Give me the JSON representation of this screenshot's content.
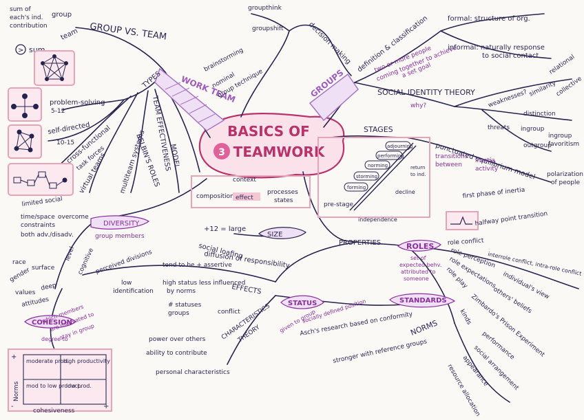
{
  "center": {
    "number": "3",
    "title_line1": "BASICS OF",
    "title_line2": "TEAMWORK"
  },
  "work_team": {
    "label": "WORK TEAM",
    "group_vs_team": "GROUP VS. TEAM",
    "group": "group",
    "team": "team",
    "sum_of_individual": "sum of",
    "sum_of_individual_2": "each's ind.",
    "sum_of_individual_3": "contribution",
    "sum_marker": ">",
    "sum": "sum",
    "types": "TYPES",
    "problem_solving": "problem-solving",
    "problem_solving_size": "5-12",
    "self_directed": "self-directed",
    "self_directed_size": "10-15",
    "cross_functional": "cross-functional",
    "task_forces": "task forces",
    "virtual_teams": "virtual teams",
    "multiteam_systems": "multiteam systems",
    "limited_social": "limited social",
    "barriers": "time/space",
    "overcome": "overcome",
    "constraints": "constraints",
    "both_adv": "both adv./disadv.",
    "team_effectiveness": "TEAM EFFECTIVENESS",
    "model": "MODEL",
    "belbins_roles": "BELBIN'S ROLES"
  },
  "model_box": {
    "context": "context",
    "composition": "composition",
    "effect": "effect",
    "processes": "processes",
    "states": "states"
  },
  "decision": {
    "brainstorming": "brainstorming",
    "nominal": "nominal",
    "group_technique": "group technique",
    "groupthink": "groupthink",
    "groupshift": "groupshift",
    "decision_making": "decision making"
  },
  "groups": {
    "label": "GROUPS",
    "definition": "definition & classification",
    "def_text1": "two or more people",
    "def_text2": "coming together to achieve",
    "def_text3": "a set goal",
    "formal": "formal: structure of org.",
    "informal": "informal: naturally response",
    "informal2": "to social contact",
    "social_identity": "SOCIAL IDENTITY THEORY",
    "why": "why?",
    "weaknesses": "weaknesses?",
    "similarity": "similarity",
    "relational": "relational",
    "collective": "collective",
    "distinction": "distinction",
    "threats": "threats",
    "ingroup": "ingroup",
    "ingroup_fav": "ingroup",
    "favoritism": "favoritism",
    "outgroup": "outgroup",
    "polarization": "polarization",
    "of_people": "of people"
  },
  "stages": {
    "label": "STAGES",
    "adjourning": "adjourning",
    "performing": "performing",
    "norming": "norming",
    "storming": "storming",
    "forming": "forming",
    "pre_stage": "pre-stage",
    "decline": "decline",
    "return": "return",
    "to_ind": "to ind.",
    "independence": "independence",
    "punctuated": "punctuated equilibrium model",
    "transitions": "transitions",
    "between": "between",
    "inertia": "inertia",
    "activity": "activity",
    "first_phase": "first phase of inertia",
    "halfway": "halfway point transition"
  },
  "properties": {
    "label": "PROPERTIES",
    "diversity": "DIVERSITY",
    "group_members": "group members",
    "race": "race",
    "gender": "gender",
    "surface": "surface",
    "values": "values",
    "deep": "deep",
    "attitudes": "attitudes",
    "level": "level",
    "cognitive": "cognitive",
    "perceived": "perceived divisions",
    "size": "SIZE",
    "size_range": "+12 = large",
    "social_loafing": "social loafing",
    "diffusion": "diffusion of responsibility",
    "roles": "ROLES",
    "roles_def1": "set of",
    "roles_def2": "expected behv.",
    "roles_def3": "attributed to",
    "roles_def4": "someone",
    "role_conflict": "role conflict",
    "inter_intra": "interrole conflict, intra-role conflict",
    "role_perception": "role perception",
    "individuals_view": "individual's view",
    "role_expectations": "role expectations",
    "others_beliefs": "others' beliefs",
    "role_play": "role play",
    "zimbardo": "Zimbardo's Prison Experiment",
    "standards": "STANDARDS",
    "norms": "NORMS",
    "kinds": "kinds",
    "performance": "performance",
    "social_arrangement": "social arrangement",
    "appearance": "appearance",
    "resource_allocation": "resource allocation",
    "asch": "Asch's research based on conformity",
    "strongest": "stronger with reference groups",
    "status": "STATUS",
    "status_def1": "socially defined position",
    "status_def2": "given to group",
    "theory": "THEORY",
    "characteristics": "CHARACTERISTICS",
    "power": "power over others",
    "ability": "ability to contribute",
    "personal": "personal characteristics",
    "effects": "EFFECTS",
    "tend_to_be": "tend to be + assertive",
    "high_status": "high status less influenced",
    "by_norms": "by norms",
    "low_ident": "low",
    "low_ident2": "identification",
    "statuses": "# statuses",
    "groups": "groups",
    "conflict": "conflict",
    "cohesion": "COHESION",
    "cohesion_def1": "degree to",
    "cohesion_def2": "which members",
    "cohesion_def3": "are motivated to",
    "cohesion_def4": "stay in group"
  },
  "matrix": {
    "norms": "Norms",
    "plus_top": "+",
    "minus_bottom": "-",
    "plus_right": "+",
    "c11": "moderate prod.",
    "c12": "high productivity",
    "c21": "mod to low product.",
    "c22": "low prod.",
    "cohesiveness": "cohesiveness"
  }
}
